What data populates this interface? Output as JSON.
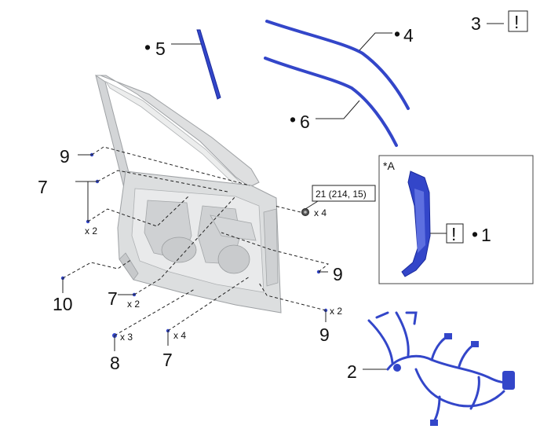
{
  "callouts": {
    "n1": "1",
    "n2": "2",
    "n3": "3",
    "n4": "4",
    "n5": "5",
    "n6": "6",
    "n7": "7",
    "n8": "8",
    "n9": "9",
    "n10": "10"
  },
  "marks": {
    "bullet": "•",
    "caution": "!"
  },
  "quantities": {
    "x2": "x 2",
    "x3": "x 3",
    "x4": "x 4"
  },
  "torque_spec": "21 (214, 15)",
  "detail_label": "*A",
  "colors": {
    "part_blue": "#3346c9",
    "door_gray": "#d9dbdc"
  }
}
